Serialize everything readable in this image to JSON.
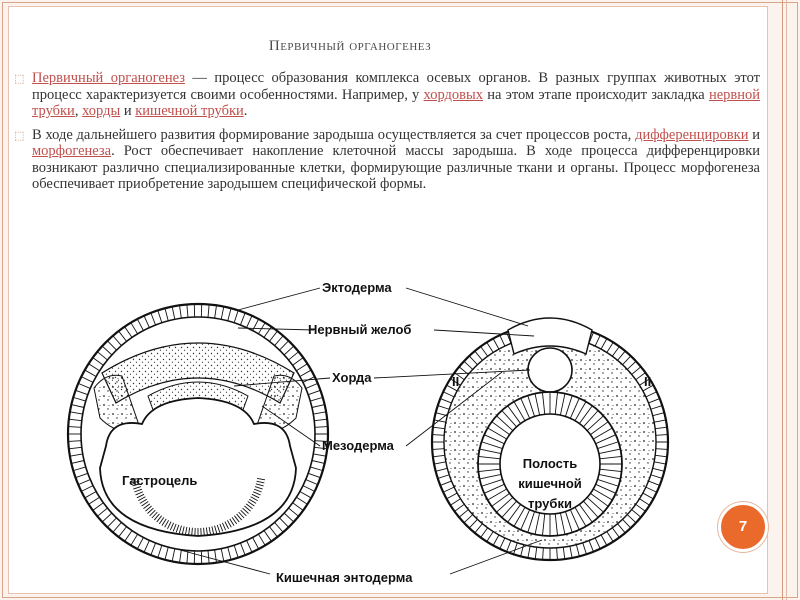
{
  "slide": {
    "title": "Первичный органогенез",
    "page_number": "7",
    "accent_color": "#e96a2a",
    "link_color": "#c0504d"
  },
  "paragraph1": {
    "link_term": "Первичный органогенез",
    "text_a": " — процесс образования комплекса осевых органов. В разных группах животных этот процесс характеризуется своими особенностями. Например, у ",
    "link_chordates": "хордовых",
    "text_b": " на этом этапе происходит закладка ",
    "link_neural_tube": "нервной трубки",
    "text_c": ", ",
    "link_notochord": "хорды",
    "text_d": " и ",
    "link_gut_tube": "кишечной трубки",
    "text_e": "."
  },
  "paragraph2": {
    "text_a": "В ходе дальнейшего развития формирование зародыша осуществляется за счет процессов роста, ",
    "link_differentiation": "дифференцировки",
    "text_b": " и ",
    "link_morphogenesis": "морфогенеза",
    "text_c": ". Рост обеспечивает накопление клеточной массы зародыша. В ходе процесса дифференцировки возникают различно специализированные клетки, формирующие различные ткани и органы. Процесс морфогенеза обеспечивает приобретение зародышем специфической формы."
  },
  "diagram": {
    "labels": {
      "ectoderm": "Эктодерма",
      "neural_groove": "Нервный желоб",
      "notochord": "Хорда",
      "mesoderm": "Мезодерма",
      "gut_endoderm": "Кишечная энтодерма",
      "gastrocoel": "Гастроцель",
      "gut_cavity_line1": "Полость",
      "gut_cavity_line2": "кишечной",
      "gut_cavity_line3": "трубки",
      "marker_left": "II",
      "marker_right": "II"
    }
  }
}
